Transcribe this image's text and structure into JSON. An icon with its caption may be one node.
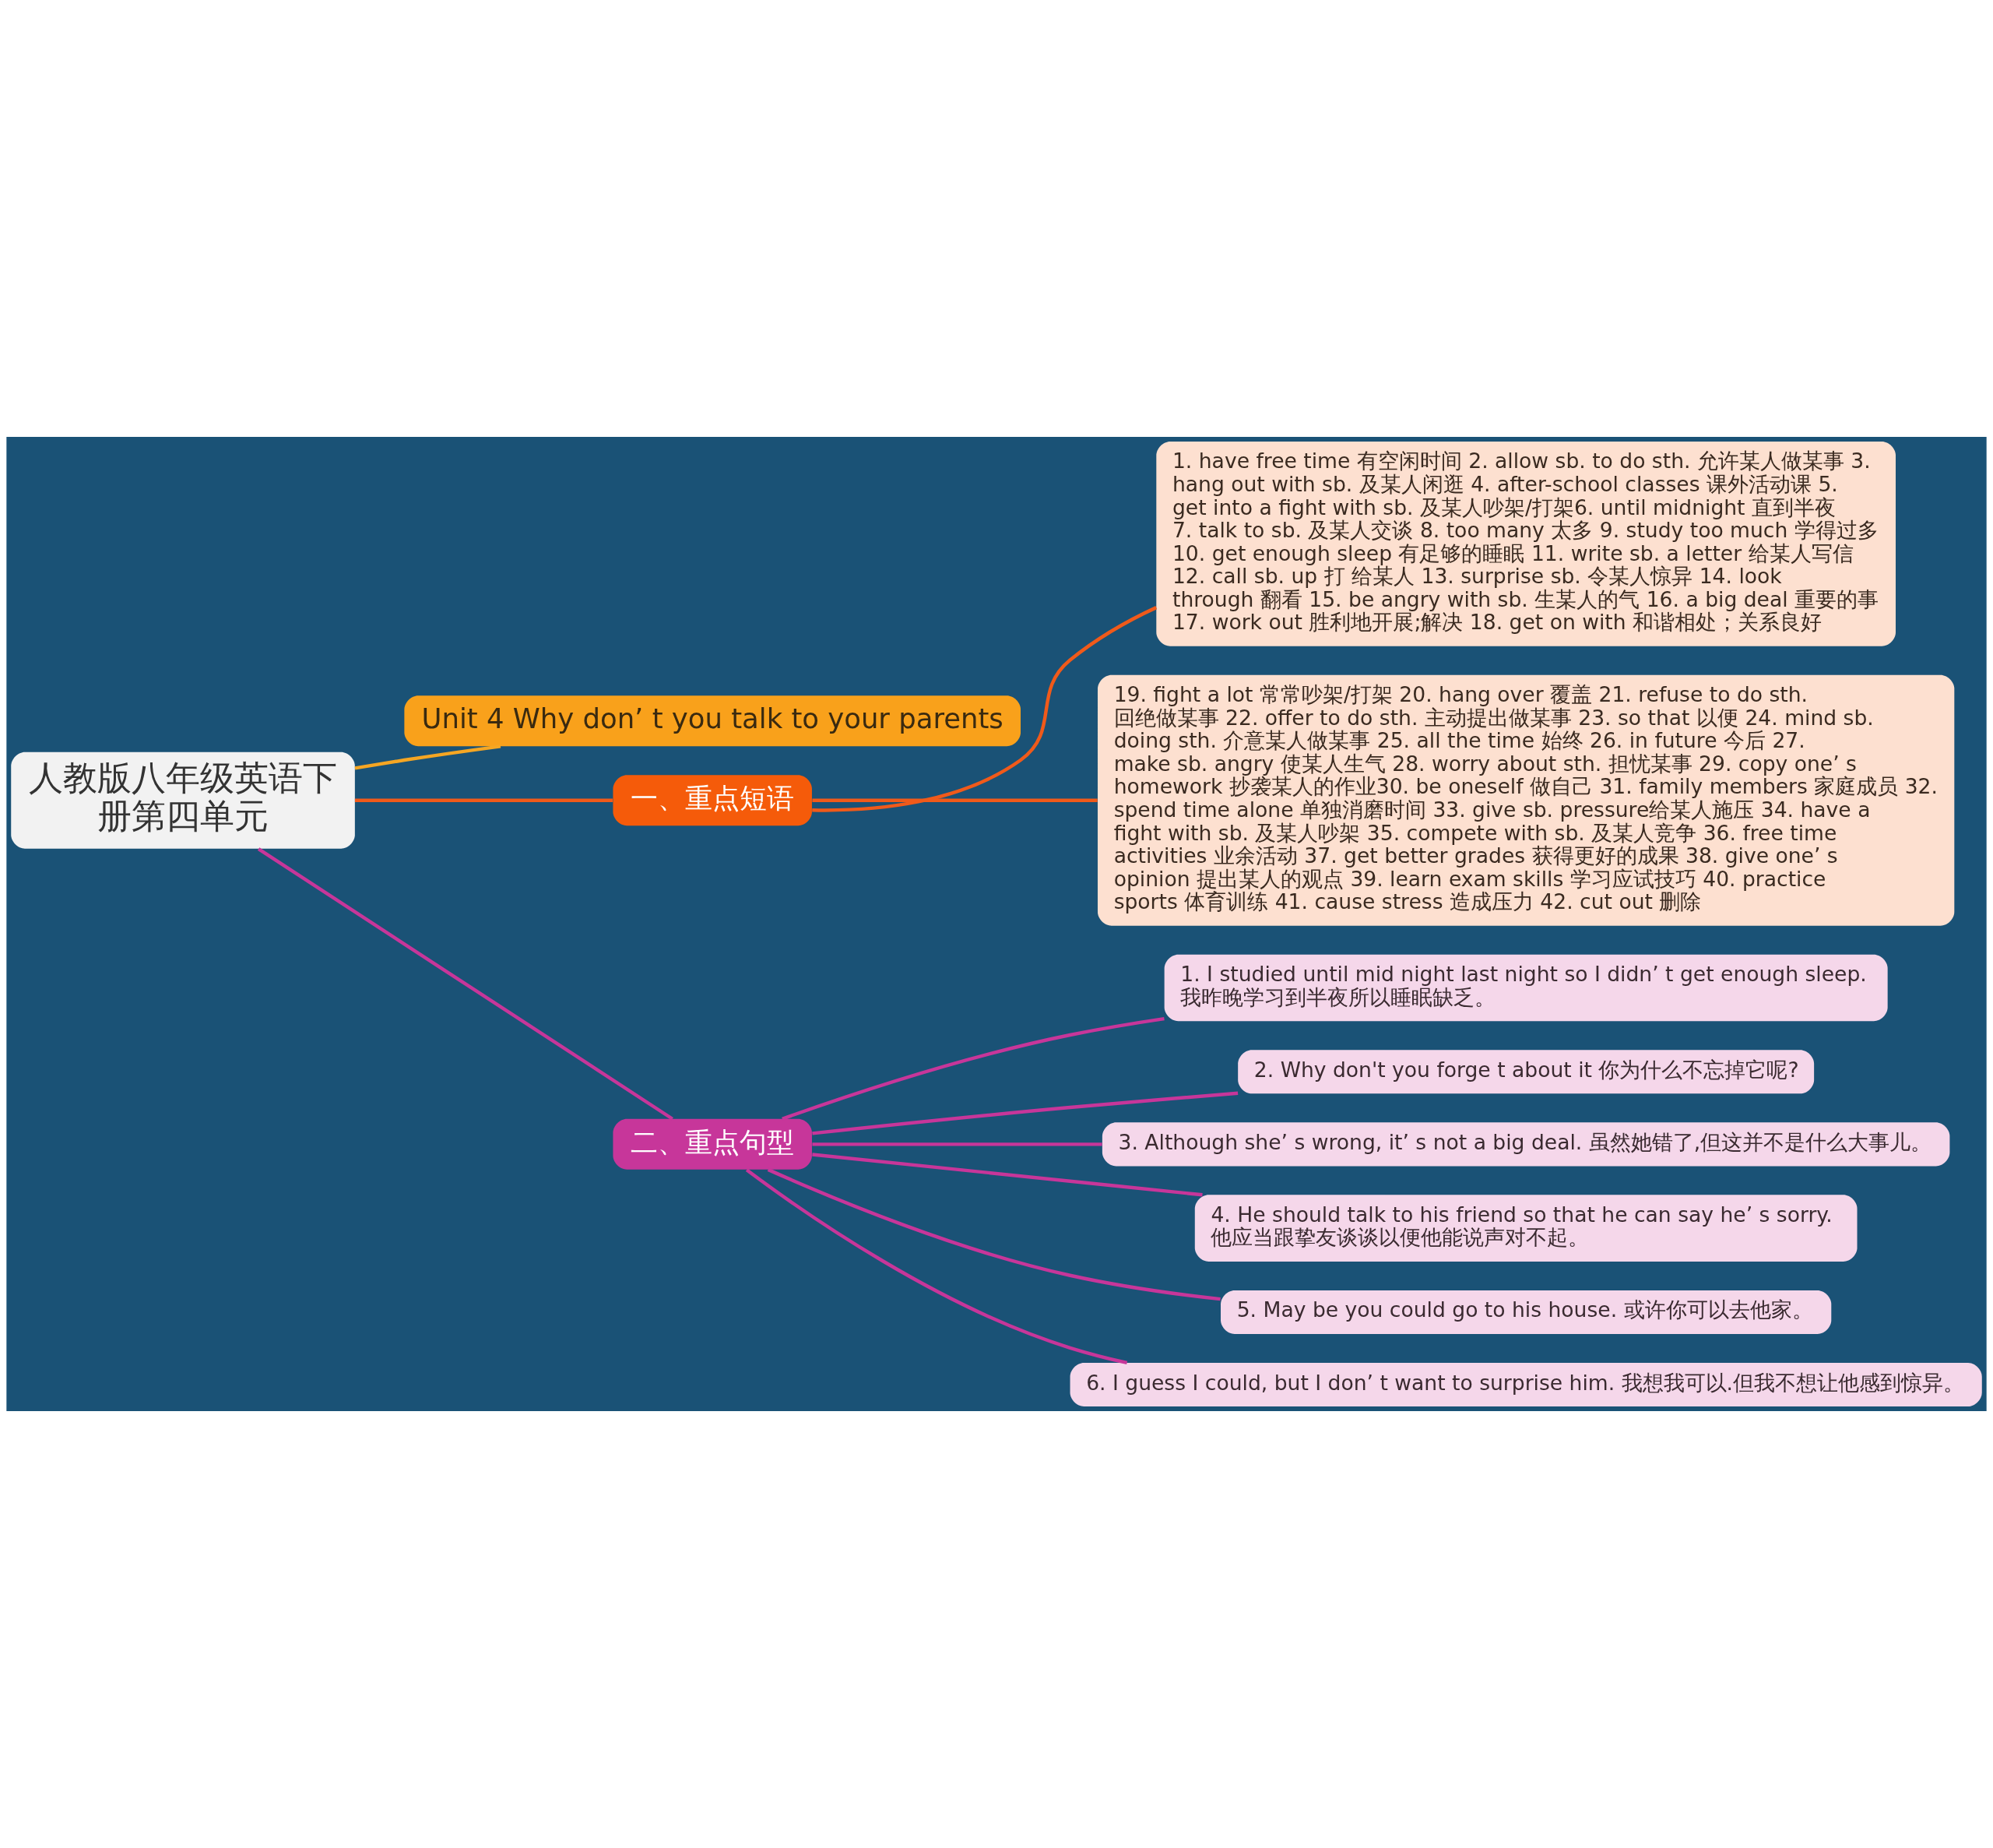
{
  "diagram": {
    "nodes": [
      {
        "text": [
          "人教版八年级英语下册第四单元"
        ]
      },
      {
        "text": [
          "Unit 4 Why don’ t you talk to your parents"
        ]
      },
      {
        "text": [
          "一、重点短语"
        ]
      },
      {
        "text": [
          "1. have free time 有空闲时间 2. allow sb. to do sth. 允许某人做某事 3. hang out with sb. 及某人闲逛 4. after-school classes 课外活动课 5. get into a fight with sb. 及某人吵架/打架6. until midnight 直到半夜 7. talk to sb. 及某人交谈 8. too many 太多 9. study too much 学得过多 10. get enough sleep 有足够的睡眠 11. write sb. a letter 给某人写信 12. call sb. up 打 给某人 13. surprise sb. 令某人惊异 14. look through 翻看 15. be angry with sb. 生某人的气 16. a big deal 重要的事 17. work out 胜利地开展;解决 18. get on with 和谐相处；关系良好"
        ]
      },
      {
        "text": [
          "19. fight a lot 常常吵架/打架 20. hang over 覆盖 21. refuse to do sth. 回绝做某事 22. offer to do sth. 主动提出做某事 23. so that 以便 24. mind sb. doing sth. 介意某人做某事 25. all the time 始终 26. in future 今后 27. make sb. angry 使某人生气 28. worry about sth. 担忧某事 29. copy one’ s homework 抄袭某人的作业30. be oneself 做自己 31. family members 家庭成员 32. spend time alone 单独消磨时间 33. give sb. pressure给某人施压 34. have a fight with sb. 及某人吵架 35. compete with sb. 及某人竞争 36. free time activities 业余活动 37. get better grades 获得更好的成果 38. give one’ s opinion 提出某人的观点 39. learn exam skills 学习应试技巧 40. practice sports 体育训练 41. cause stress 造成压力 42. cut out 删除"
        ]
      },
      {
        "text": [
          "二、重点句型"
        ]
      },
      {
        "text": [
          "1. I studied until mid night last night so I didn’ t get enough sleep. 我昨晚学习到半夜所以睡眠缺乏。"
        ]
      },
      {
        "text": [
          "2. Why don't you forge t about it 你为什么不忘掉它呢?"
        ]
      },
      {
        "text": [
          "3. Although she’ s wrong, it’ s not a big deal. 虽然她错了,但这并不是什么大事儿。"
        ]
      },
      {
        "text": [
          "4. He should talk to his friend so that he can say he’ s sorry. 他应当跟挚友谈谈以便他能说声对不起。"
        ]
      },
      {
        "text": [
          "5. May be you could go to his house. 或许你可以去他家。"
        ]
      },
      {
        "text": [
          "6. I guess I could, but I don’ t want to surprise him. 我想我可以.但我不想让他感到惊异。"
        ]
      }
    ],
    "edges": [
      {
        "from": 0,
        "to": 1,
        "arrow": "none",
        "color": "#f5a623"
      },
      {
        "from": 0,
        "to": 2,
        "arrow": "none",
        "color": "#f05a1a"
      },
      {
        "from": 2,
        "to": 3,
        "arrow": "none",
        "color": "#f05a1a"
      },
      {
        "from": 2,
        "to": 4,
        "arrow": "none",
        "color": "#f05a1a"
      },
      {
        "from": 0,
        "to": 5,
        "arrow": "none"
      },
      {
        "from": 5,
        "to": 6,
        "arrow": "none"
      },
      {
        "from": 5,
        "to": 7,
        "arrow": "none"
      },
      {
        "from": 5,
        "to": 8,
        "arrow": "none"
      },
      {
        "from": 5,
        "to": 9,
        "arrow": "none"
      },
      {
        "from": 5,
        "to": 10,
        "arrow": "none"
      },
      {
        "from": 5,
        "to": 11,
        "arrow": "none"
      }
    ]
  }
}
